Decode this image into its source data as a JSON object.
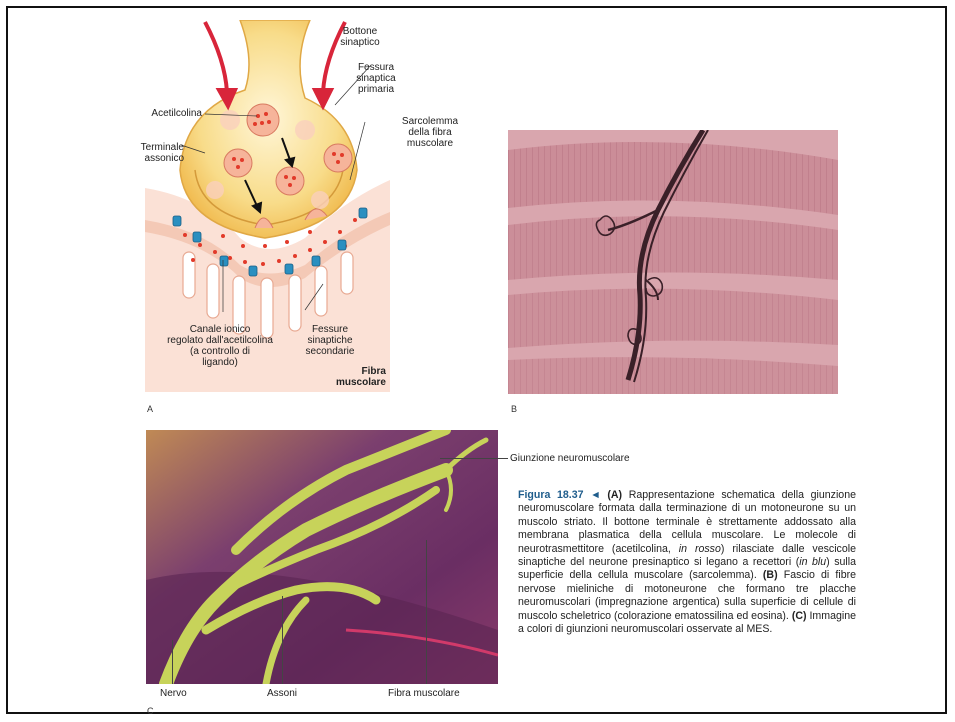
{
  "panelA": {
    "letter": "A",
    "labels": {
      "bottone": "Bottone\nsinaptico",
      "fessura": "Fessura\nsinaptica\nprimaria",
      "acetilcolina": "Acetilcolina",
      "sarcolemma": "Sarcolemma\ndella fibra\nmuscolare",
      "terminale": "Terminale\nassonico",
      "canale": "Canale ionico\nregolato dall'acetilcolina\n(a controllo di\nligando)",
      "fessure_sec": "Fessure\nsinaptiche\nsecondarie",
      "fibra": "Fibra\nmuscolare"
    },
    "colors": {
      "bg": "#fbe1d6",
      "terminal": "#f4c95a",
      "vesicle": "#f7b9a0",
      "ach": "#e23a2a",
      "receptor": "#2a8fc0",
      "arrow": "#d8253a"
    }
  },
  "panelB": {
    "letter": "B",
    "colors": {
      "tissue": "#c98a95",
      "nerve": "#3a2028"
    }
  },
  "panelC": {
    "letter": "C",
    "label_giunzione": "Giunzione neuromuscolare",
    "label_nervo": "Nervo",
    "label_assoni": "Assoni",
    "label_fibra": "Fibra muscolare",
    "colors": {
      "bg": "#7b3f6e",
      "nerve": "#c7d35a"
    }
  },
  "caption": {
    "figure": "Figura 18.37 ◄",
    "a_tag": "(A)",
    "a_text": " Rappresentazione schematica della giunzione neuromuscolare formata dalla terminazione di un motoneurone su un muscolo striato. Il bottone terminale è strettamente addossato alla membrana plasmatica della cellula muscolare. Le molecole di neurotrasmettitore (acetilcolina, ",
    "a_rosso": "in rosso",
    "a_text2": ") rilasciate dalle vescicole sinaptiche del neurone presinaptico si legano a recettori (",
    "a_blu": "in blu",
    "a_text3": ") sulla superficie della cellula muscolare (sarcolemma). ",
    "b_tag": "(B)",
    "b_text": " Fascio di fibre nervose mieliniche di motoneurone che formano tre placche neuromuscolari (impregnazione argentica) sulla superficie di cellule di muscolo scheletrico (colorazione ematossilina ed eosina). ",
    "c_tag": "(C)",
    "c_text": " Immagine a colori di giunzioni neuromuscolari osservate al MES."
  }
}
